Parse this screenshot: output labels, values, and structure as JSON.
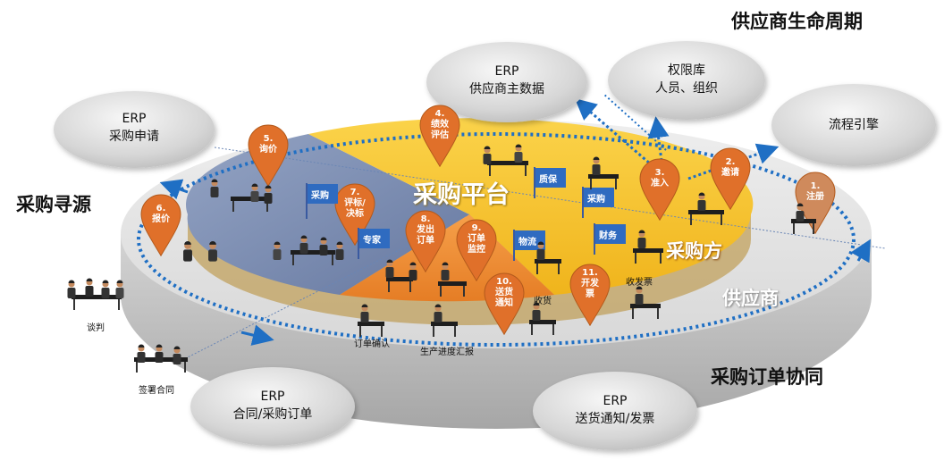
{
  "title": "供应商生命周期",
  "sections": {
    "sourcing": "采购寻源",
    "order_collab": "采购订单协同",
    "platform": "采购平台",
    "buyer": "采购方",
    "supplier": "供应商"
  },
  "bubbles": [
    {
      "id": "erp-purchase-request",
      "lines": [
        "ERP",
        "采购申请"
      ]
    },
    {
      "id": "erp-supplier-master",
      "lines": [
        "ERP",
        "供应商主数据"
      ]
    },
    {
      "id": "permission-db",
      "lines": [
        "权限库",
        "人员、组织"
      ]
    },
    {
      "id": "workflow-engine",
      "lines": [
        "流程引擎"
      ]
    },
    {
      "id": "erp-contract-po",
      "lines": [
        "ERP",
        "合同/采购订单"
      ]
    },
    {
      "id": "erp-delivery-invoice",
      "lines": [
        "ERP",
        "送货通知/发票"
      ]
    }
  ],
  "steps": [
    {
      "id": "step-1",
      "lines": [
        "1.",
        "注册"
      ],
      "color": "#cf8a5c"
    },
    {
      "id": "step-2",
      "lines": [
        "2.",
        "邀请"
      ],
      "color": "#e0702a"
    },
    {
      "id": "step-3",
      "lines": [
        "3.",
        "准入"
      ],
      "color": "#e0702a"
    },
    {
      "id": "step-4",
      "lines": [
        "4.",
        "绩效",
        "评估"
      ],
      "color": "#e0702a"
    },
    {
      "id": "step-5",
      "lines": [
        "5.",
        "询价"
      ],
      "color": "#e0702a"
    },
    {
      "id": "step-6",
      "lines": [
        "6.",
        "报价"
      ],
      "color": "#e0702a"
    },
    {
      "id": "step-7",
      "lines": [
        "7.",
        "评标/",
        "决标"
      ],
      "color": "#e0702a"
    },
    {
      "id": "step-8",
      "lines": [
        "8.",
        "发出",
        "订单"
      ],
      "color": "#e0702a"
    },
    {
      "id": "step-9",
      "lines": [
        "9.",
        "订单",
        "监控"
      ],
      "color": "#e0702a"
    },
    {
      "id": "step-10",
      "lines": [
        "10.",
        "送货",
        "通知"
      ],
      "color": "#e0702a"
    },
    {
      "id": "step-11",
      "lines": [
        "11.",
        "开发",
        "票"
      ],
      "color": "#e0702a"
    }
  ],
  "flags": {
    "purchasing_a": "采购",
    "expert": "专家",
    "quality": "质保",
    "purchasing_b": "采购",
    "finance": "财务",
    "logistics": "物流"
  },
  "activities": {
    "negotiation": "谈判",
    "sign_contract": "签署合同",
    "order_confirm": "订单确认",
    "progress_report": "生产进度汇报",
    "receive_goods": "收货",
    "receive_invoice": "收发票"
  },
  "colors": {
    "sourcing_blue": "#7d8fb3",
    "platform_yellow": "#f5c12c",
    "supplier_orange": "#f0913a",
    "pin_orange": "#e0702a",
    "arrow_blue": "#1f6fc4",
    "bubble_grey": "#d9d9d9",
    "base_grey": "#c8c8c8"
  }
}
